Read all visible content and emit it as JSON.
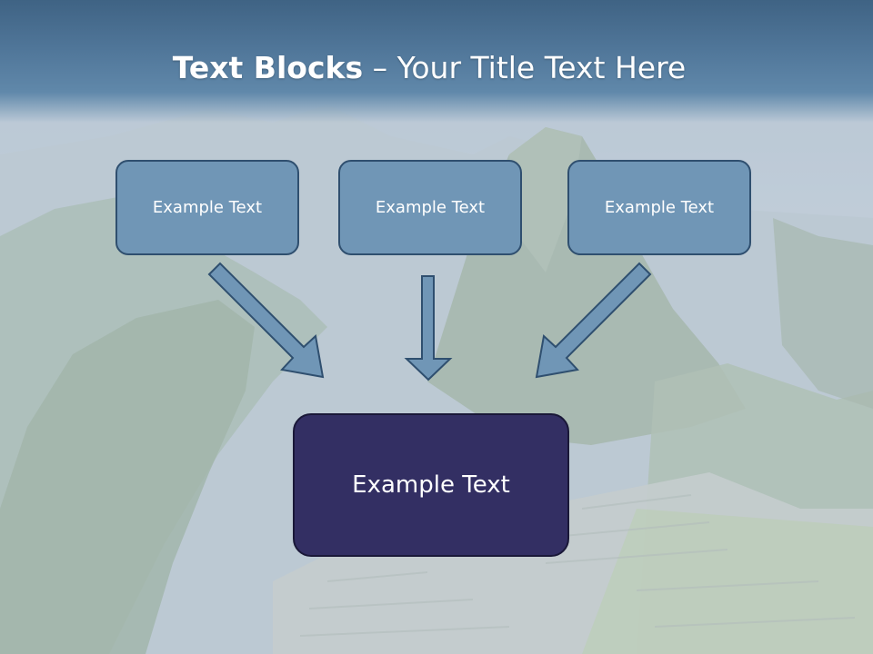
{
  "slide": {
    "title_bold": "Text Blocks",
    "title_dash": " – ",
    "title_rest": "Your Title Text Here"
  },
  "blocks": [
    {
      "label": "Example Text"
    },
    {
      "label": "Example Text"
    },
    {
      "label": "Example Text"
    }
  ],
  "target": {
    "label": "Example Text"
  },
  "colors": {
    "title_bar": "#507699",
    "small_box_fill": "#7096b6",
    "small_box_border": "#2f4f6f",
    "big_box_fill": "#332f63",
    "arrow_fill": "#7096b6",
    "arrow_stroke": "#2f4f6f"
  }
}
